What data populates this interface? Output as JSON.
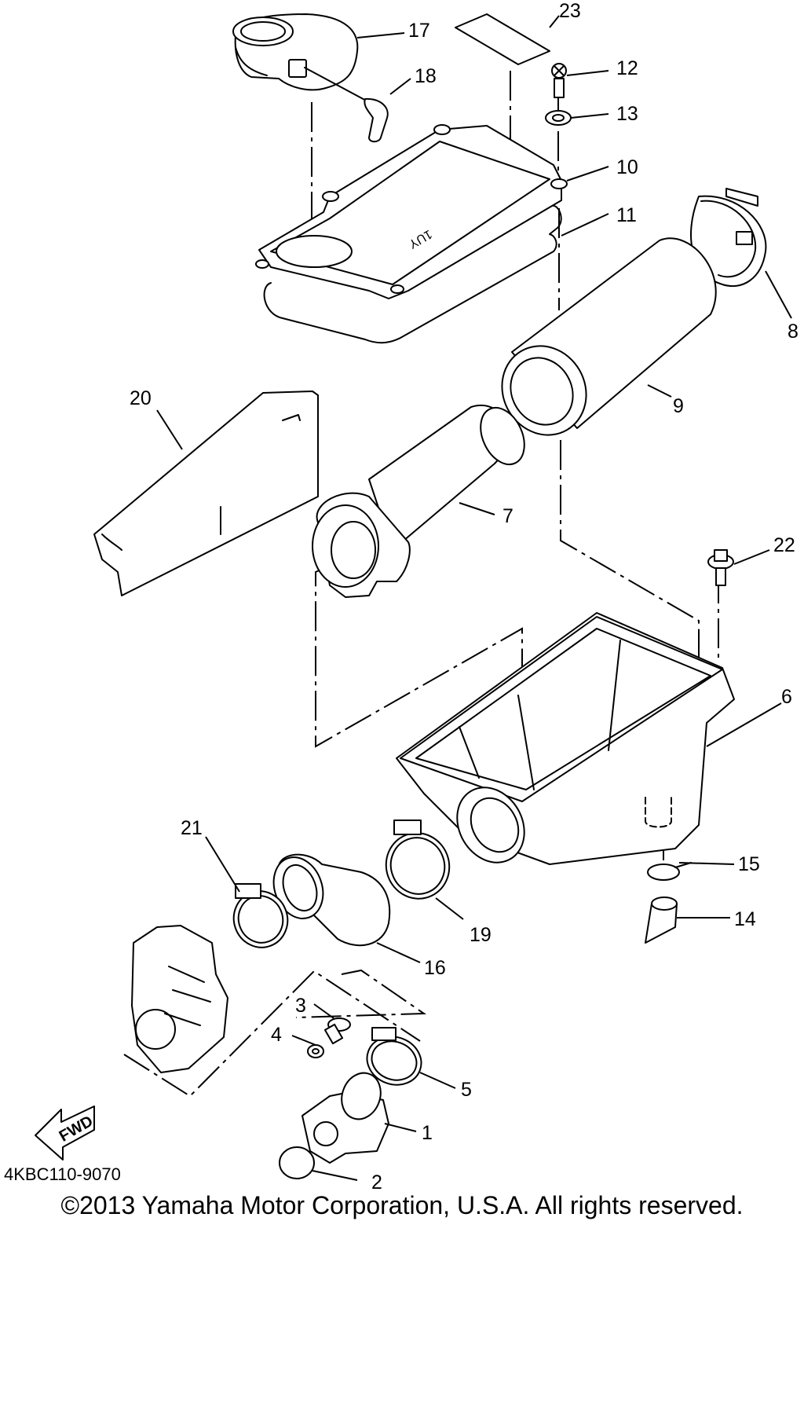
{
  "diagram_code": "4KBC110-9070",
  "direction_label": "FWD",
  "lid_marking": "1UY",
  "copyright": "©2013 Yamaha Motor Corporation, U.S.A. All rights reserved.",
  "part_labels": {
    "p1": "1",
    "p2": "2",
    "p3": "3",
    "p4": "4",
    "p5": "5",
    "p6": "6",
    "p7": "7",
    "p8": "8",
    "p9": "9",
    "p10": "10",
    "p11": "11",
    "p12": "12",
    "p13": "13",
    "p14": "14",
    "p15": "15",
    "p16": "16",
    "p17": "17",
    "p18": "18",
    "p19": "19",
    "p20": "20",
    "p21": "21",
    "p22": "22",
    "p23": "23"
  }
}
